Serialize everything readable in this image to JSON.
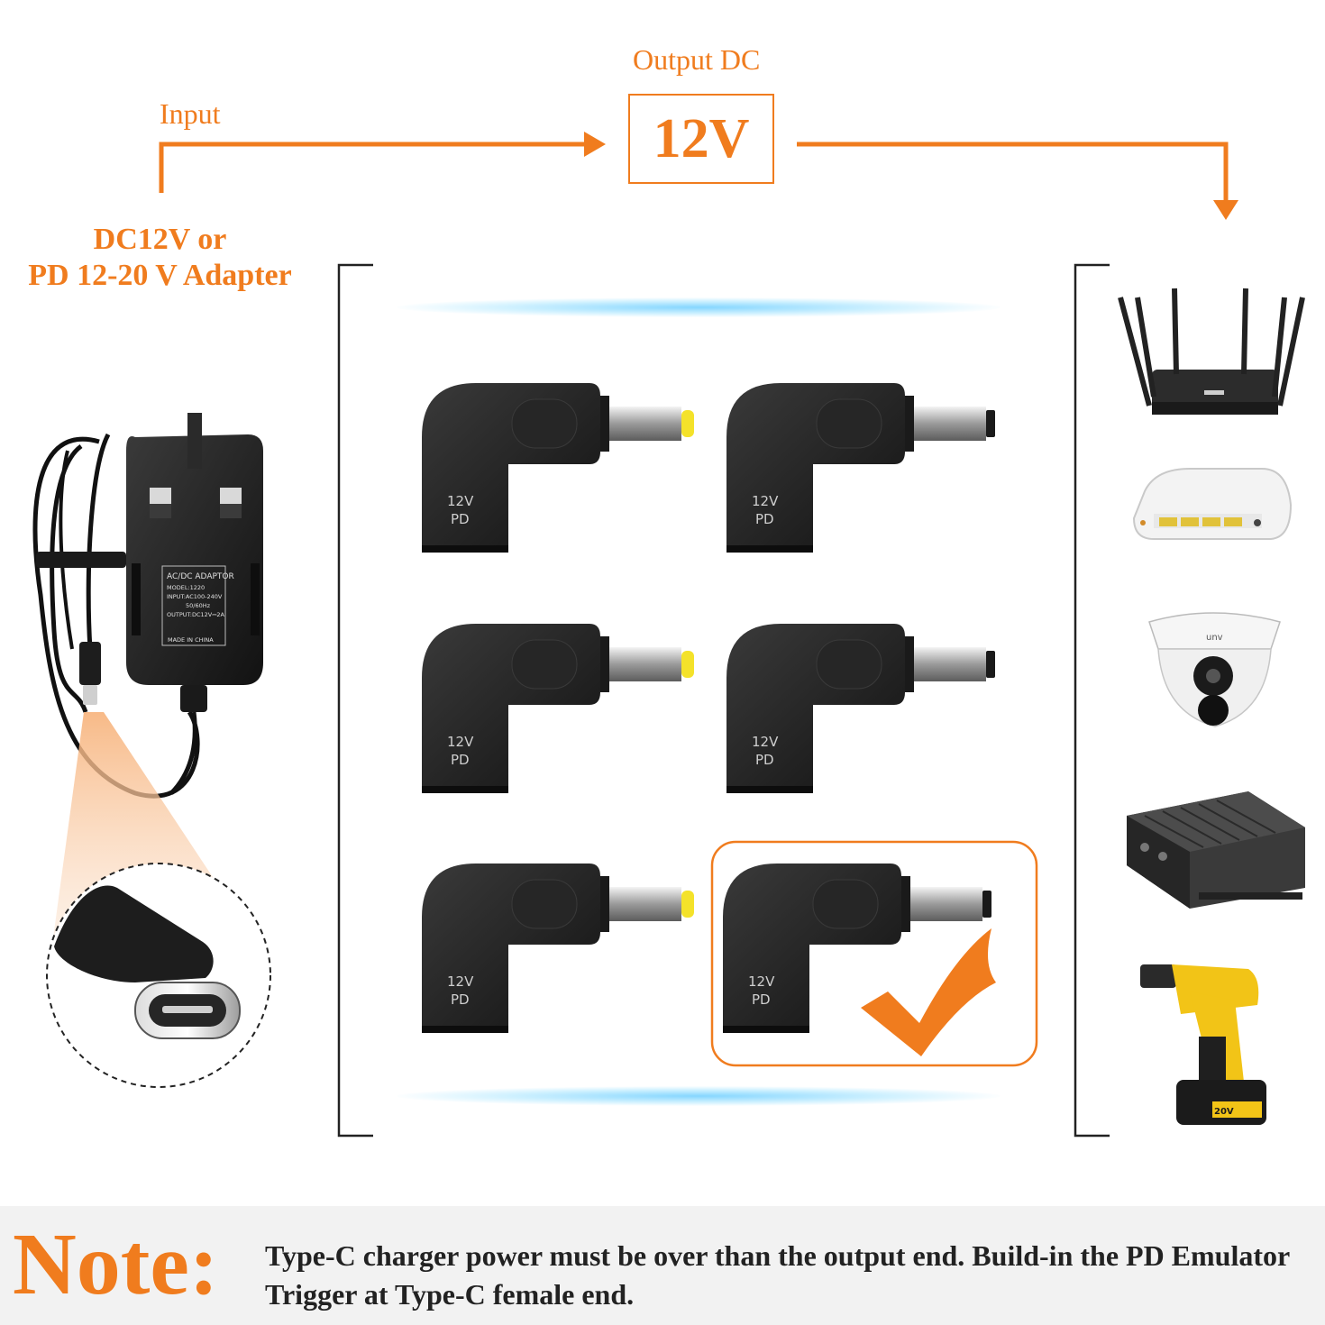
{
  "flow": {
    "input_label": "Input",
    "output_label": "Output DC",
    "output_voltage": "12V"
  },
  "adapter": {
    "title_line1": "DC12V or",
    "title_line2": "PD 12-20 V Adapter"
  },
  "adapter_label": {
    "line1": "AC/DC ADAPTOR",
    "line2": "MODEL:1220",
    "line3": "INPUT:AC100-240V",
    "line4": "50/60Hz",
    "line5": "OUTPUT:DC12V⎓2A",
    "line6": "MADE IN CHINA"
  },
  "connectors": [
    {
      "line1": "12V",
      "line2": "PD",
      "tip": "yellow"
    },
    {
      "line1": "12V",
      "line2": "PD",
      "tip": "black"
    },
    {
      "line1": "12V",
      "line2": "PD",
      "tip": "yellow"
    },
    {
      "line1": "12V",
      "line2": "PD",
      "tip": "black"
    },
    {
      "line1": "12V",
      "line2": "PD",
      "tip": "yellow"
    },
    {
      "line1": "12V",
      "line2": "PD",
      "tip": "black",
      "selected": true
    }
  ],
  "devices": [
    "router-icon",
    "onu-modem-icon",
    "dome-camera-icon",
    "dvr-box-icon",
    "drill-icon"
  ],
  "device_text": {
    "camera_brand": "unv",
    "drill_battery": "20V"
  },
  "note": {
    "word": "Note:",
    "text": "Type-C charger power must be over than the output end. Build-in the PD Emulator Trigger at Type-C female end."
  },
  "colors": {
    "accent": "#f07c1e",
    "glow": "#8fd8ff"
  }
}
